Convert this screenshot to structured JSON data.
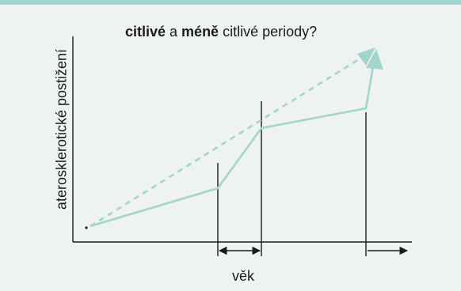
{
  "title": {
    "part1": "citlivé",
    "part2": " a ",
    "part3": "méně",
    "part4": " citlivé periody?"
  },
  "axes": {
    "y_label": "aterosklerotické postižení",
    "x_label": "věk"
  },
  "colors": {
    "background": "#eef3f2",
    "top_border": "#a2d5cc",
    "curve": "#a2d5cc",
    "axis": "#1a1a1a"
  }
}
